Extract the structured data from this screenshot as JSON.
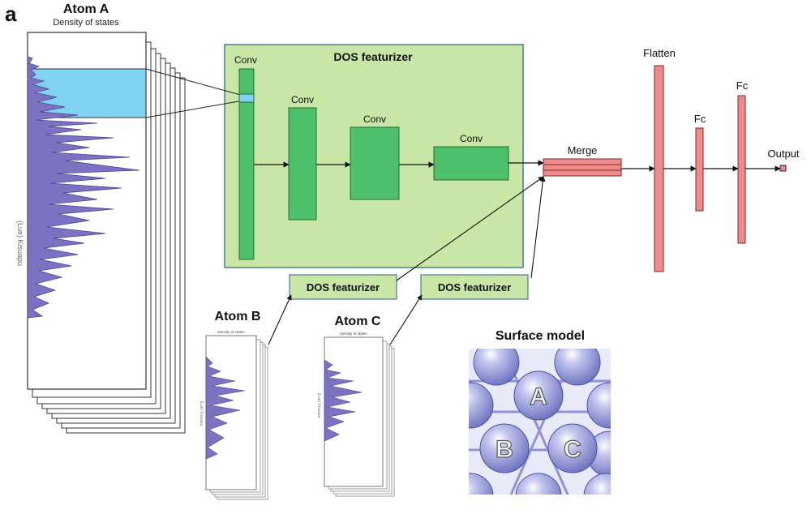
{
  "panel_label": "a",
  "atom_a": {
    "title": "Atom A",
    "subtitle": "Density of states",
    "ylabel": "(Lue) Kisuapu"
  },
  "atom_b": {
    "title": "Atom B",
    "subtitle": "Density of states",
    "ylabel": "(Lue) Kisuapu"
  },
  "atom_c": {
    "title": "Atom C",
    "subtitle": "Density of states",
    "ylabel": "(Lue) Kisuapu"
  },
  "featurizer": {
    "title": "DOS featurizer",
    "conv_labels": [
      "Conv",
      "Conv",
      "Conv",
      "Conv"
    ]
  },
  "featurizer_b_label": "DOS featurizer",
  "featurizer_c_label": "DOS featurizer",
  "merge_label": "Merge",
  "flatten_label": "Flatten",
  "fc_labels": [
    "Fc",
    "Fc"
  ],
  "output_label": "Output",
  "surface_model": {
    "title": "Surface model",
    "atom_labels": [
      "A",
      "B",
      "C"
    ]
  },
  "colors": {
    "featurizer_fill": "#c8e6a6",
    "conv_fill": "#4cc06a",
    "dos_fill": "#7b73c2",
    "highlight_fill": "#7fd2f2",
    "layer_fill": "#f08a8a",
    "sphere_fill": "#9a9fdc"
  }
}
